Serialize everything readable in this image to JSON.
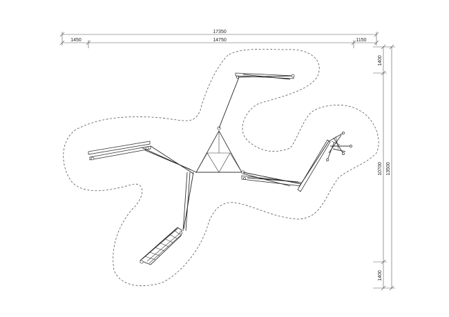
{
  "dimensions": {
    "total_width": "17350",
    "left_offset": "1450",
    "inner_width": "14750",
    "right_offset": "1150",
    "top_offset": "1400",
    "inner_height": "10700",
    "total_height": "13500",
    "bottom_offset": "1400"
  }
}
